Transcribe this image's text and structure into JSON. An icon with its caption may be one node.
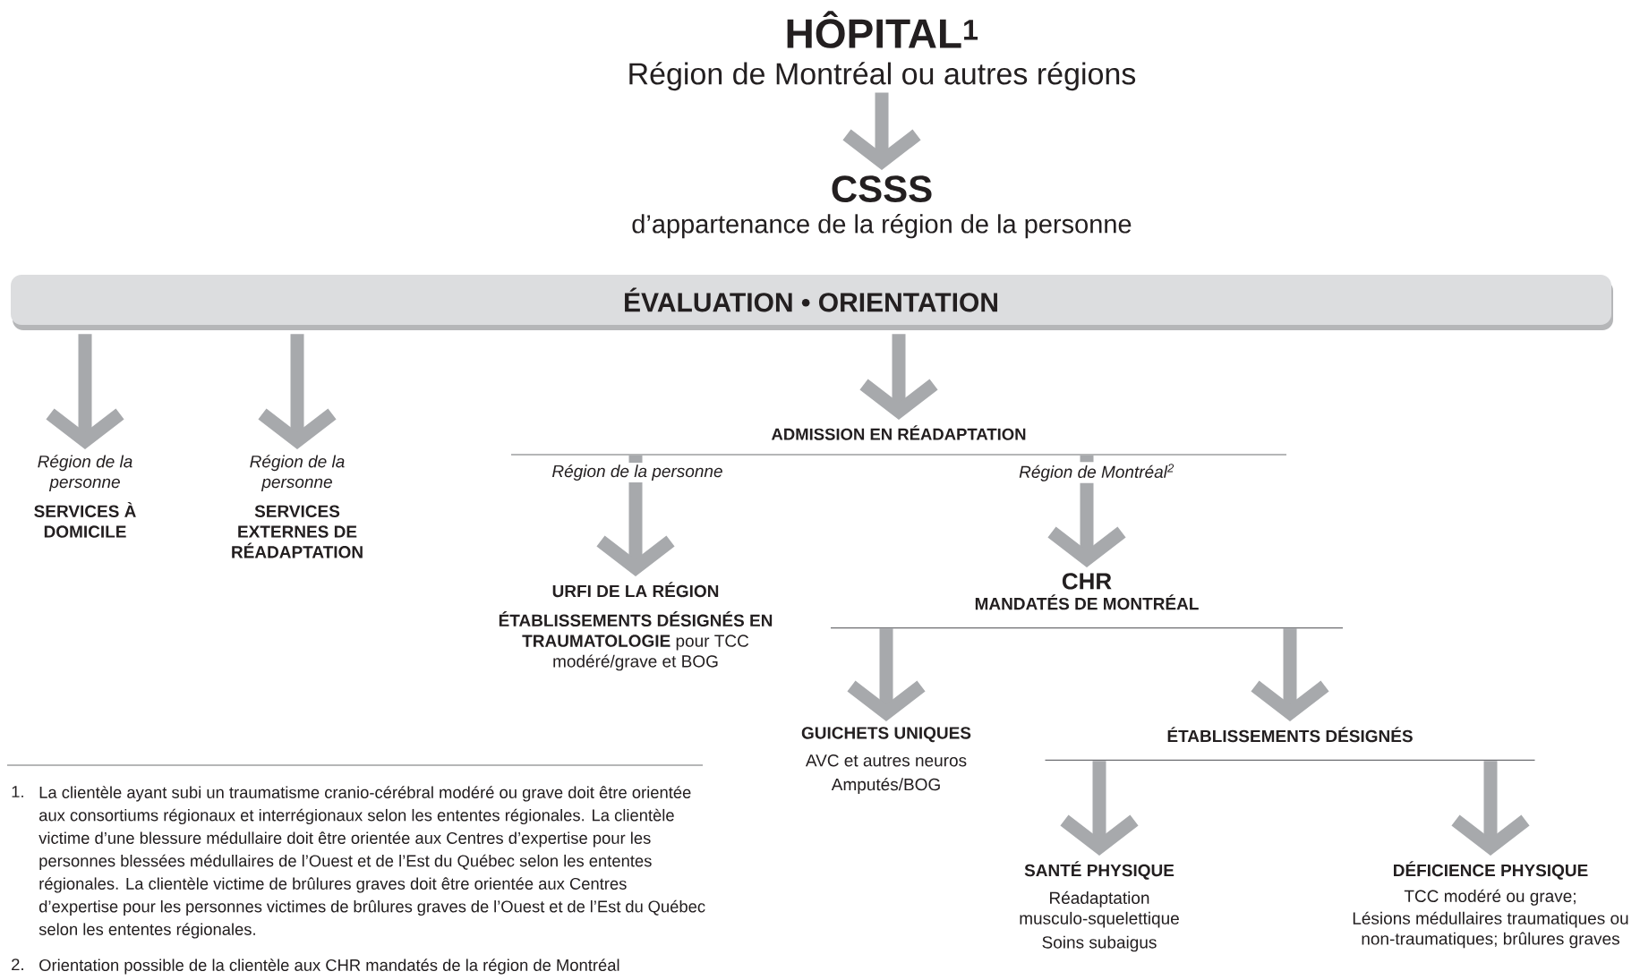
{
  "diagram": {
    "nodes": [
      {
        "text": [
          "HÔPITAL$^{1}$",
          "Région de Montréal ou autres régions"
        ]
      },
      {
        "text": [
          "CSSS",
          "d’appartenance de la région de la personne"
        ]
      },
      {
        "text": [
          "ÉVALUATION • ORIENTATION"
        ]
      },
      {
        "text": [
          "Région de la personne",
          "SERVICES À DOMICILE"
        ]
      },
      {
        "text": [
          "Région de la personne",
          "SERVICES EXTERNES DE RÉADAPTATION"
        ]
      },
      {
        "text": [
          "ADMISSION EN RÉADAPTATION"
        ]
      },
      {
        "text": [
          "URFI DE LA RÉGION",
          "**ÉTABLISSEMENTS DÉSIGNÉS EN TRAUMATOLOGIE** pour TCC modéré/grave et BOG"
        ]
      },
      {
        "text": [
          "CHR",
          "MANDATÉS DE MONTRÉAL"
        ]
      },
      {
        "text": [
          "GUICHETS UNIQUES",
          "AVC et autres neuros",
          "Amputés/BOG"
        ]
      },
      {
        "text": [
          "ÉTABLISSEMENTS DÉSIGNÉS"
        ]
      },
      {
        "text": [
          "SANTÉ PHYSIQUE",
          "Réadaptation musculo-squelettique",
          "Soins subaigus"
        ]
      },
      {
        "text": [
          "DÉFICIENCE PHYSIQUE",
          "TCC modéré ou grave;",
          "Lésions médullaires traumatiques ou non-traumatiques; brûlures graves"
        ]
      }
    ],
    "edges": [
      {
        "from": 0,
        "to": 1,
        "arrow": "to"
      },
      {
        "from": 2,
        "to": 3,
        "arrow": "to"
      },
      {
        "from": 2,
        "to": 4,
        "arrow": "to"
      },
      {
        "from": 2,
        "to": 5,
        "arrow": "to"
      },
      {
        "from": 5,
        "to": 6,
        "arrow": "to",
        "label": "Région de la personne"
      },
      {
        "from": 5,
        "to": 7,
        "arrow": "to",
        "label": "Région de Montréal$^{2}$"
      },
      {
        "from": 7,
        "to": 8,
        "arrow": "to"
      },
      {
        "from": 7,
        "to": 9,
        "arrow": "to"
      },
      {
        "from": 9,
        "to": 10,
        "arrow": "to"
      },
      {
        "from": 9,
        "to": 11,
        "arrow": "to"
      }
    ],
    "labels": [
      "1.",
      "La clientèle ayant subi un traumatisme cranio-cérébral modéré ou grave doit être orientée aux consortiums régionaux et interrégionaux selon les ententes régionales. La clientèle victime d’une blessure médullaire doit être orientée aux Centres d’expertise pour les personnes blessées médullaires de l’Ouest et de l’Est du Québec selon les ententes régionales. La clientèle victime de brûlures graves doit être orientée aux Centres d’expertise pour les personnes victimes de brûlures graves de l’Ouest et de l’Est du Québec selon les ententes régionales.",
      "2.",
      "Orientation possible de la clientèle aux CHR mandatés de la région de Montréal"
    ]
  }
}
